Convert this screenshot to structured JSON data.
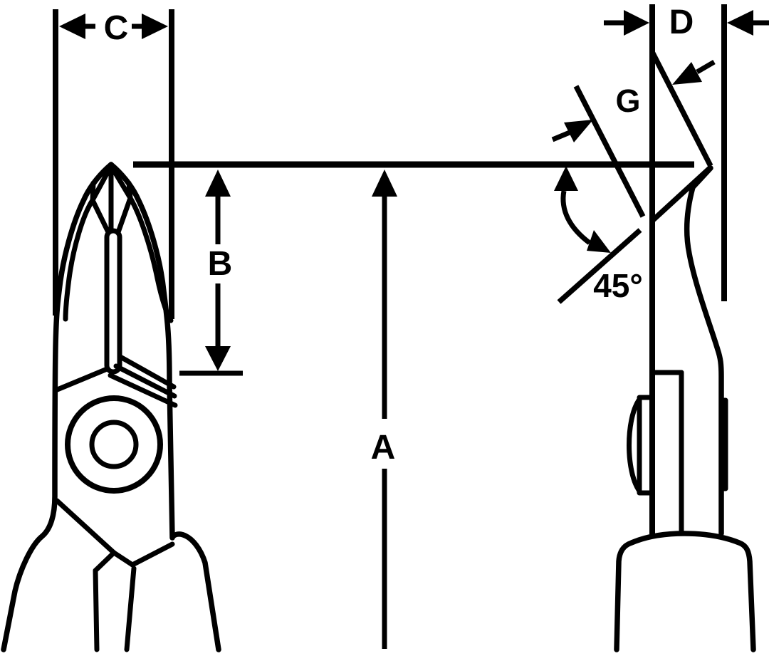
{
  "figure": {
    "background_color": "#ffffff",
    "line_color": "#000000"
  },
  "dimensions": {
    "a": {
      "label": "A"
    },
    "b": {
      "label": "B"
    },
    "c": {
      "label": "C"
    },
    "d": {
      "label": "D"
    },
    "g": {
      "label": "G"
    },
    "angle": {
      "label": "45°"
    }
  }
}
